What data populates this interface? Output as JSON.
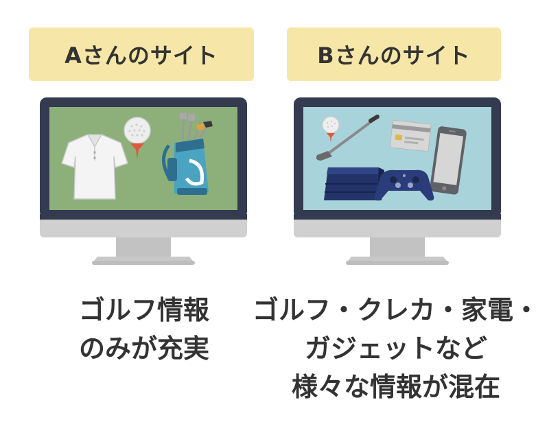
{
  "site_a": {
    "label": "Aさんのサイト",
    "caption_lines": [
      "ゴルフ情報",
      "のみが充実"
    ]
  },
  "site_b": {
    "label": "Bさんのサイト",
    "caption_lines": [
      "ゴルフ・クレカ・家電・",
      "ガジェットなど",
      "様々な情報が混在"
    ]
  },
  "colors": {
    "label_background": "#f6e7a8",
    "monitor_frame": "#343a4f",
    "screen_a": "#8db07a",
    "screen_b": "#a9d3da",
    "monitor_stand": "#c8c8c8",
    "text": "#333333"
  },
  "icons": {
    "site_a": [
      "polo-shirt-icon",
      "golf-ball-icon",
      "golf-bag-icon"
    ],
    "site_b": [
      "golf-ball-icon",
      "golf-club-icon",
      "credit-card-icon",
      "game-console-icon",
      "game-controller-icon",
      "smartphone-icon"
    ]
  }
}
